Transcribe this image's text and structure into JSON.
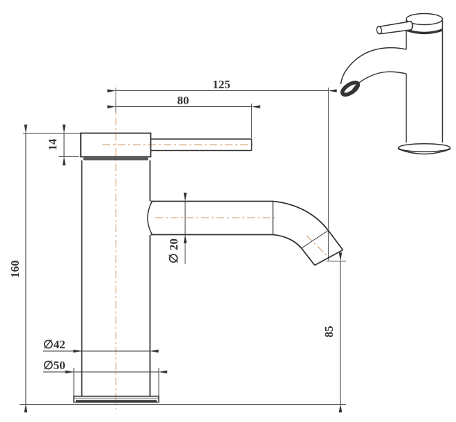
{
  "dimensions": {
    "total_reach": "125",
    "handle_reach": "80",
    "cap_height": "14",
    "overall_height": "160",
    "spout_diameter": "∅ 20",
    "body_diameter": "∅42",
    "base_diameter": "∅50",
    "spout_outlet_height": "85"
  },
  "colors": {
    "line": "#333333",
    "centerline": "#d9a87a",
    "background": "#ffffff"
  }
}
